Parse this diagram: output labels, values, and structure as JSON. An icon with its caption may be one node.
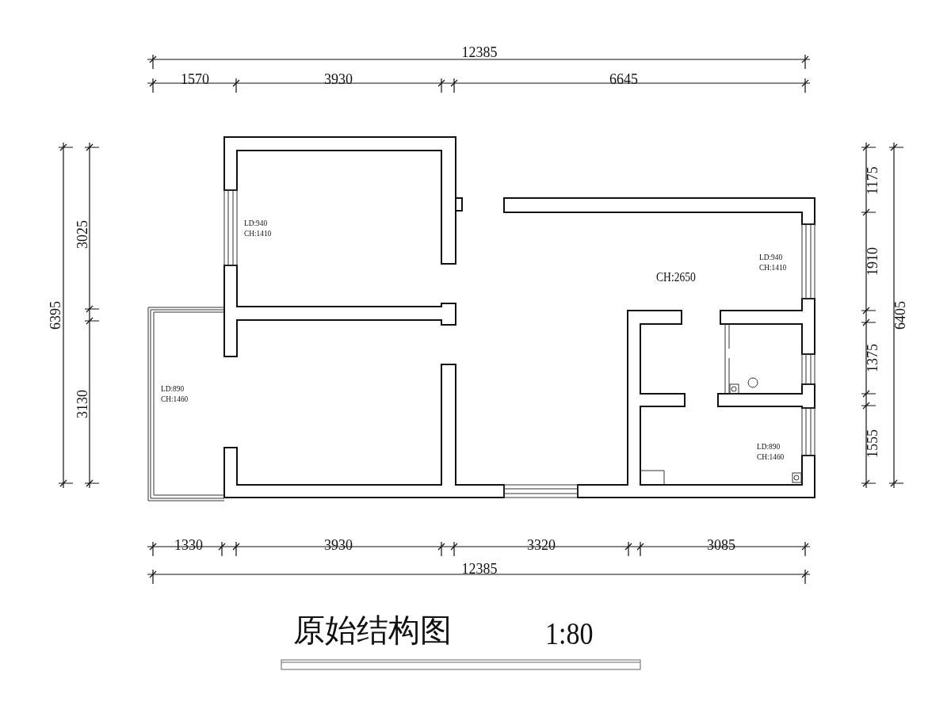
{
  "diagram": {
    "title": "原始结构图",
    "labels": [
      "12385",
      "1570",
      "3930",
      "6645",
      "3025",
      "6395",
      "1175",
      "LD:940",
      "CH:1410",
      "1910",
      "CH:2650",
      "LD:940",
      "CH:1410",
      "6405",
      "1375",
      "LD:890",
      "CH:1460",
      "3130",
      "1555",
      "LD:890",
      "CH:1460",
      "1330",
      "3930",
      "3320",
      "3085",
      "12385",
      "1:80"
    ]
  }
}
